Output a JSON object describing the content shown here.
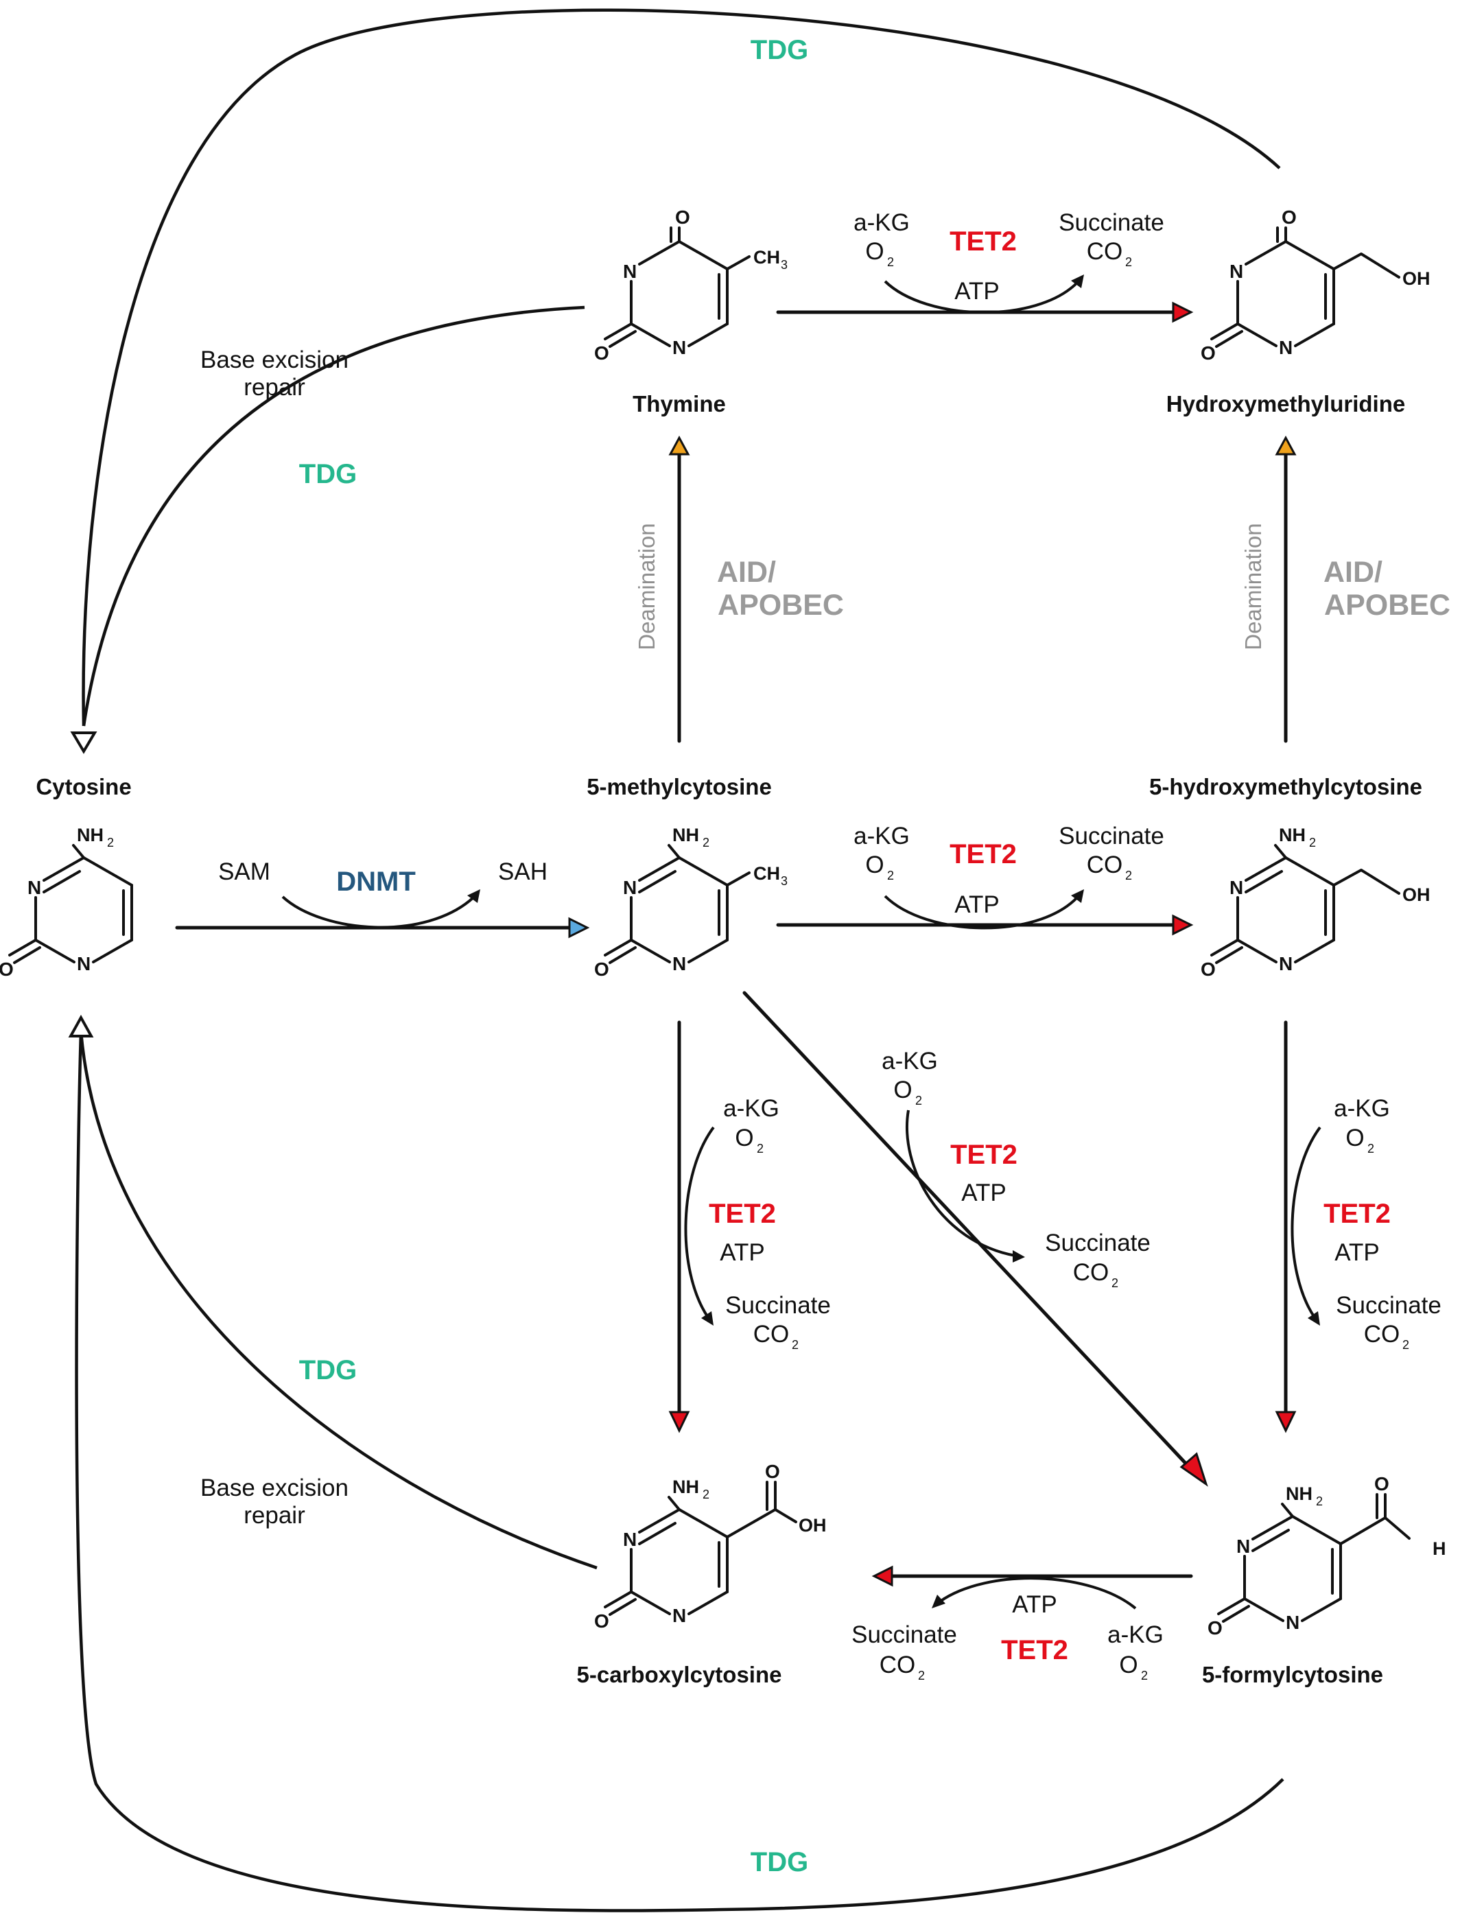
{
  "colors": {
    "tet2": "#e30e1b",
    "tdg": "#25b78d",
    "dnmt": "#24577e",
    "aid_apobec": "#9a9a9a",
    "deamination": "#8f8f8f",
    "arrow_red": "#e30e1b",
    "arrow_orange": "#f0a21c",
    "arrow_blue": "#5aa9df",
    "line": "#111111"
  },
  "compounds": {
    "cytosine": "Cytosine",
    "methylcytosine": "5-methylcytosine",
    "hydroxymethylcytosine": "5-hydroxymethylcytosine",
    "thymine": "Thymine",
    "hydroxymethyluridine": "Hydroxymethyluridine",
    "carboxylcytosine": "5-carboxylcytosine",
    "formylcytosine": "5-formylcytosine"
  },
  "atoms": {
    "N": "N",
    "O": "O",
    "NH": "NH",
    "H2_sub": "2",
    "CH": "CH",
    "H3_sub": "3",
    "OH": "OH",
    "H": "H"
  },
  "cofactors": {
    "akg": "a-KG",
    "o": "O",
    "o2_sub": "2",
    "succinate": "Succinate",
    "co": "CO",
    "co2_sub": "2",
    "atp": "ATP",
    "sam": "SAM",
    "sah": "SAH"
  },
  "enzymes": {
    "tet2": "TET2",
    "tdg": "TDG",
    "dnmt": "DNMT",
    "aid_line1": "AID/",
    "aid_line2": "APOBEC"
  },
  "process_labels": {
    "ber_line1": "Base excision",
    "ber_line2": "repair",
    "deamination": "Deamination"
  }
}
